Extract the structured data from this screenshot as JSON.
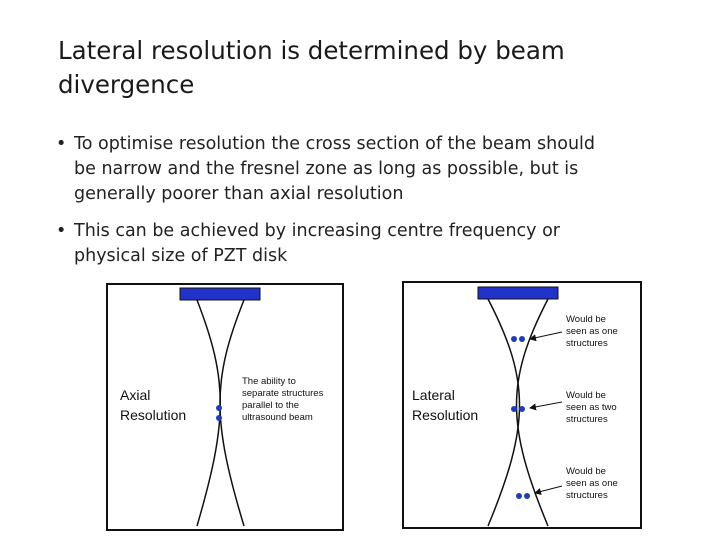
{
  "slide": {
    "title_line1": "Lateral resolution is determined by beam",
    "title_line2": "divergence",
    "bullets": [
      {
        "marker": "•",
        "lines": [
          "To optimise resolution the cross section of the beam should",
          "be narrow and the fresnel zone as long as possible, but is",
          "generally poorer than axial resolution"
        ]
      },
      {
        "marker": "•",
        "lines": [
          "This can be achieved by increasing centre frequency or",
          "physical size of PZT disk"
        ]
      }
    ]
  },
  "figure_axial": {
    "label_line1": "Axial",
    "label_line2": "Resolution",
    "note_lines": [
      "The ability to",
      "separate structures",
      "parallel to the",
      "ultrasound beam"
    ]
  },
  "figure_lateral": {
    "label_line1": "Lateral",
    "label_line2": "Resolution",
    "note_top": [
      "Would be",
      "seen as one",
      "structures"
    ],
    "note_middle": [
      "Would be",
      "seen as two",
      "structures"
    ],
    "note_bottom": [
      "Would be",
      "seen as one",
      "structures"
    ]
  },
  "colors": {
    "transducer": "#2233cc",
    "dots": "#1f3bbf",
    "outline": "#000000"
  }
}
